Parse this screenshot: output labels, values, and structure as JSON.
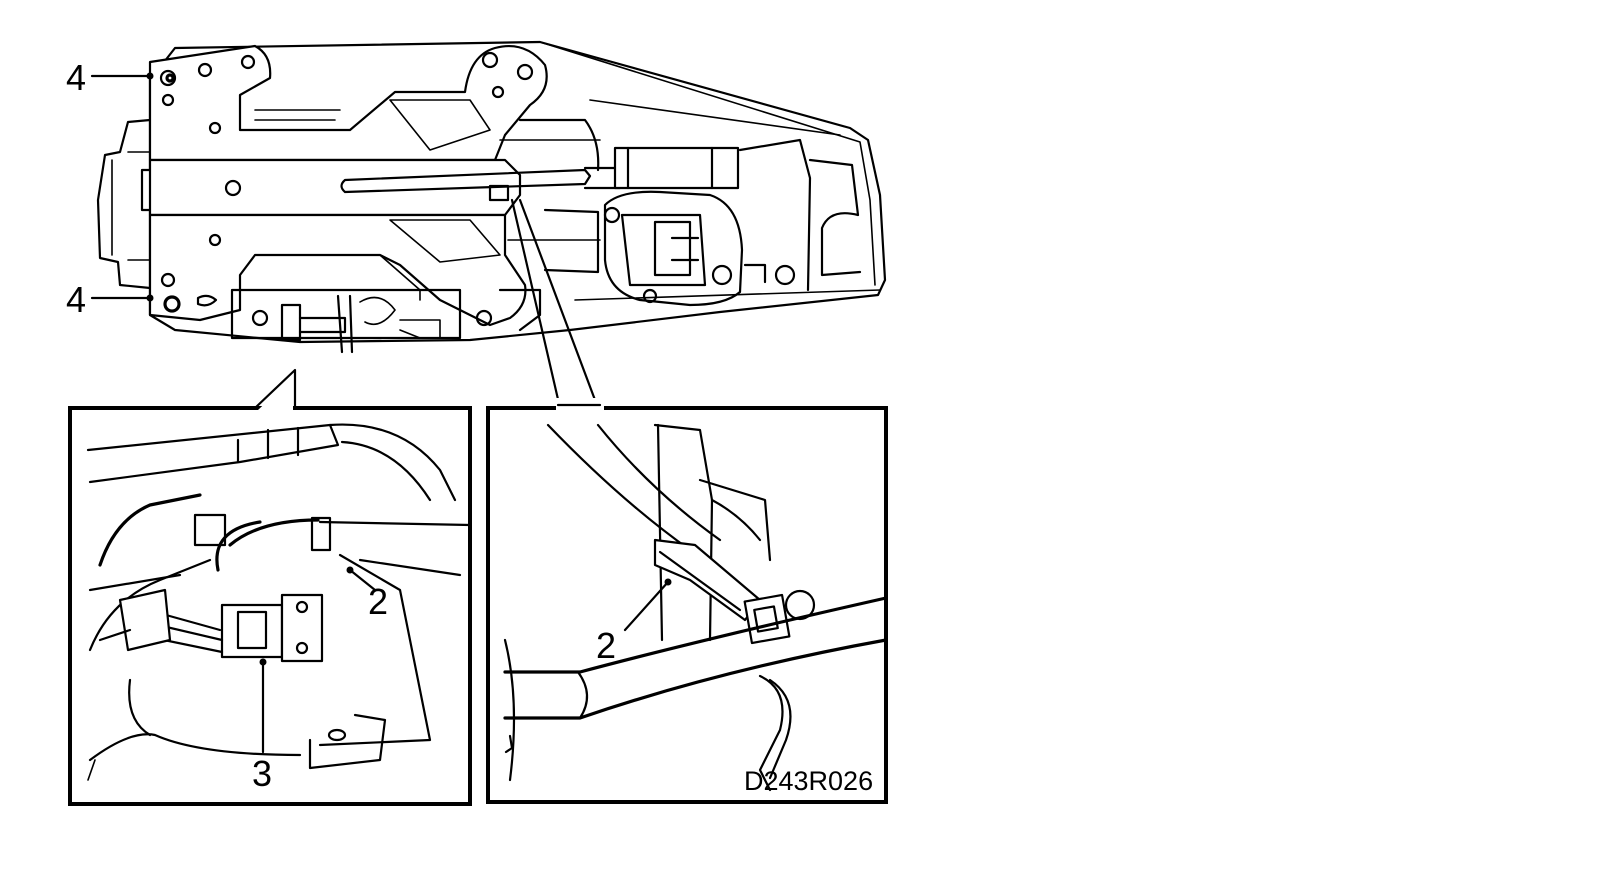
{
  "diagram": {
    "callouts": {
      "label_4_top": "4",
      "label_4_bottom": "4",
      "label_2_left_inset": "2",
      "label_3_left_inset": "3",
      "label_2_right_inset": "2"
    },
    "reference_code": "D243R026"
  }
}
